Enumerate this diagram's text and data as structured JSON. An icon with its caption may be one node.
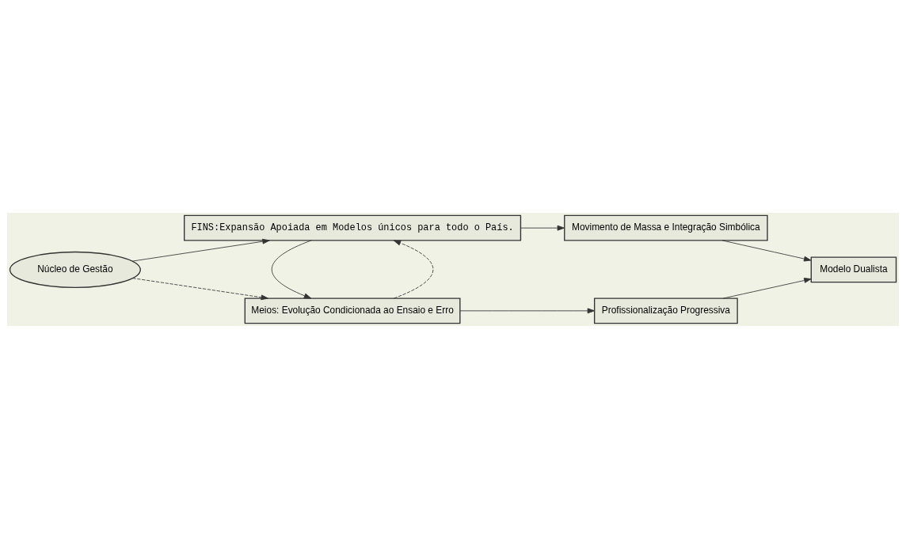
{
  "diagram": {
    "nodes": [
      {
        "text": [
          "Núcleo de Gestão"
        ]
      },
      {
        "text": [
          "Meios: Evolução Condicionada ao Ensaio e Erro"
        ]
      },
      {
        "text": [
          "Profissionalização Progressiva"
        ]
      },
      {
        "text": [
          "Modelo Dualista"
        ]
      },
      {
        "text": [
          "FINS:Expansão Apoiada em Modelos únicos para todo o País."
        ]
      },
      {
        "text": [
          "Movimento de Massa e Integração Simbólica"
        ]
      }
    ],
    "edges": [
      {
        "from": 0,
        "to": 1,
        "arrow": "to",
        "style": "dashed"
      },
      {
        "from": 0,
        "to": 4,
        "arrow": "to"
      },
      {
        "from": 1,
        "to": 2,
        "arrow": "to"
      },
      {
        "from": 2,
        "to": 3,
        "arrow": "to"
      },
      {
        "from": 1,
        "to": 4,
        "arrow": "to",
        "style": "dashed"
      },
      {
        "from": 4,
        "to": 1,
        "arrow": "to"
      },
      {
        "from": 4,
        "to": 5,
        "arrow": "to"
      },
      {
        "from": 5,
        "to": 3,
        "arrow": "to"
      }
    ]
  }
}
